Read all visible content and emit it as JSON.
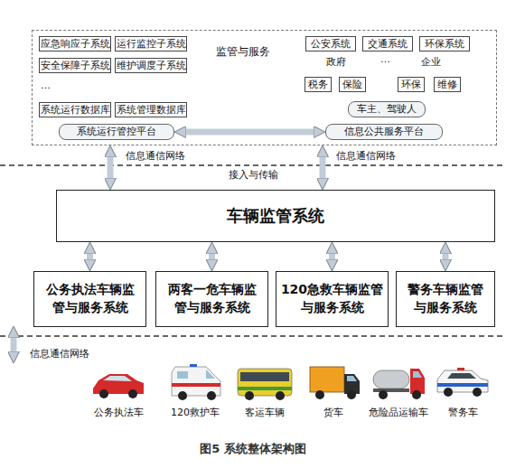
{
  "diagram": {
    "caption": "图5 系统整体架构图",
    "nodes": [
      {
        "text": [
          "监管与服务"
        ]
      },
      {
        "text": [
          "应急响应子系统"
        ],
        "in": 0
      },
      {
        "text": [
          "运行监控子系统"
        ],
        "in": 0
      },
      {
        "text": [
          "安全保障子系统"
        ],
        "in": 0
      },
      {
        "text": [
          "维护调度子系统"
        ],
        "in": 0
      },
      {
        "text": [
          "系统运行数据库"
        ],
        "in": 0
      },
      {
        "text": [
          "系统管理数据库"
        ],
        "in": 0
      },
      {
        "text": [
          "系统运行管控平台"
        ],
        "in": 0
      },
      {
        "text": [
          "公安系统"
        ],
        "in": 0
      },
      {
        "text": [
          "交通系统"
        ],
        "in": 0
      },
      {
        "text": [
          "环保系统"
        ],
        "in": 0
      },
      {
        "text": [
          "税务"
        ],
        "in": 0
      },
      {
        "text": [
          "保险"
        ],
        "in": 0
      },
      {
        "text": [
          "环保"
        ],
        "in": 0
      },
      {
        "text": [
          "维修"
        ],
        "in": 0
      },
      {
        "text": [
          "车主、驾驶人"
        ],
        "in": 0
      },
      {
        "text": [
          "信息公共服务平台"
        ],
        "in": 0
      },
      {
        "text": [
          "车辆监管系统"
        ]
      },
      {
        "text": [
          "公务执法车辆监 管与服务系统"
        ]
      },
      {
        "text": [
          "两客一危车辆监 管与服务系统"
        ]
      },
      {
        "text": [
          "120急救车辆监管 与服务系统"
        ]
      },
      {
        "text": [
          "警务车辆监管 与服务系统"
        ]
      }
    ],
    "edges": [
      {
        "from": 7,
        "to": 16,
        "arrow": "both"
      },
      {
        "from": 0,
        "to": 17,
        "label": "信息通信网络",
        "arrow": "both"
      },
      {
        "from": 0,
        "to": 17,
        "label": "信息通信网络",
        "arrow": "both"
      },
      {
        "from": 17,
        "to": 18,
        "arrow": "both"
      },
      {
        "from": 17,
        "to": 19,
        "arrow": "both"
      },
      {
        "from": 17,
        "to": 20,
        "arrow": "both"
      },
      {
        "from": 17,
        "to": 21,
        "arrow": "both"
      }
    ],
    "labels": [
      "…",
      "政府",
      "…",
      "企业",
      "接入与传输",
      "信息通信网络",
      "公务执法车",
      "120救护车",
      "客运车辆",
      "货车",
      "危险品运输车",
      "警务车"
    ]
  }
}
